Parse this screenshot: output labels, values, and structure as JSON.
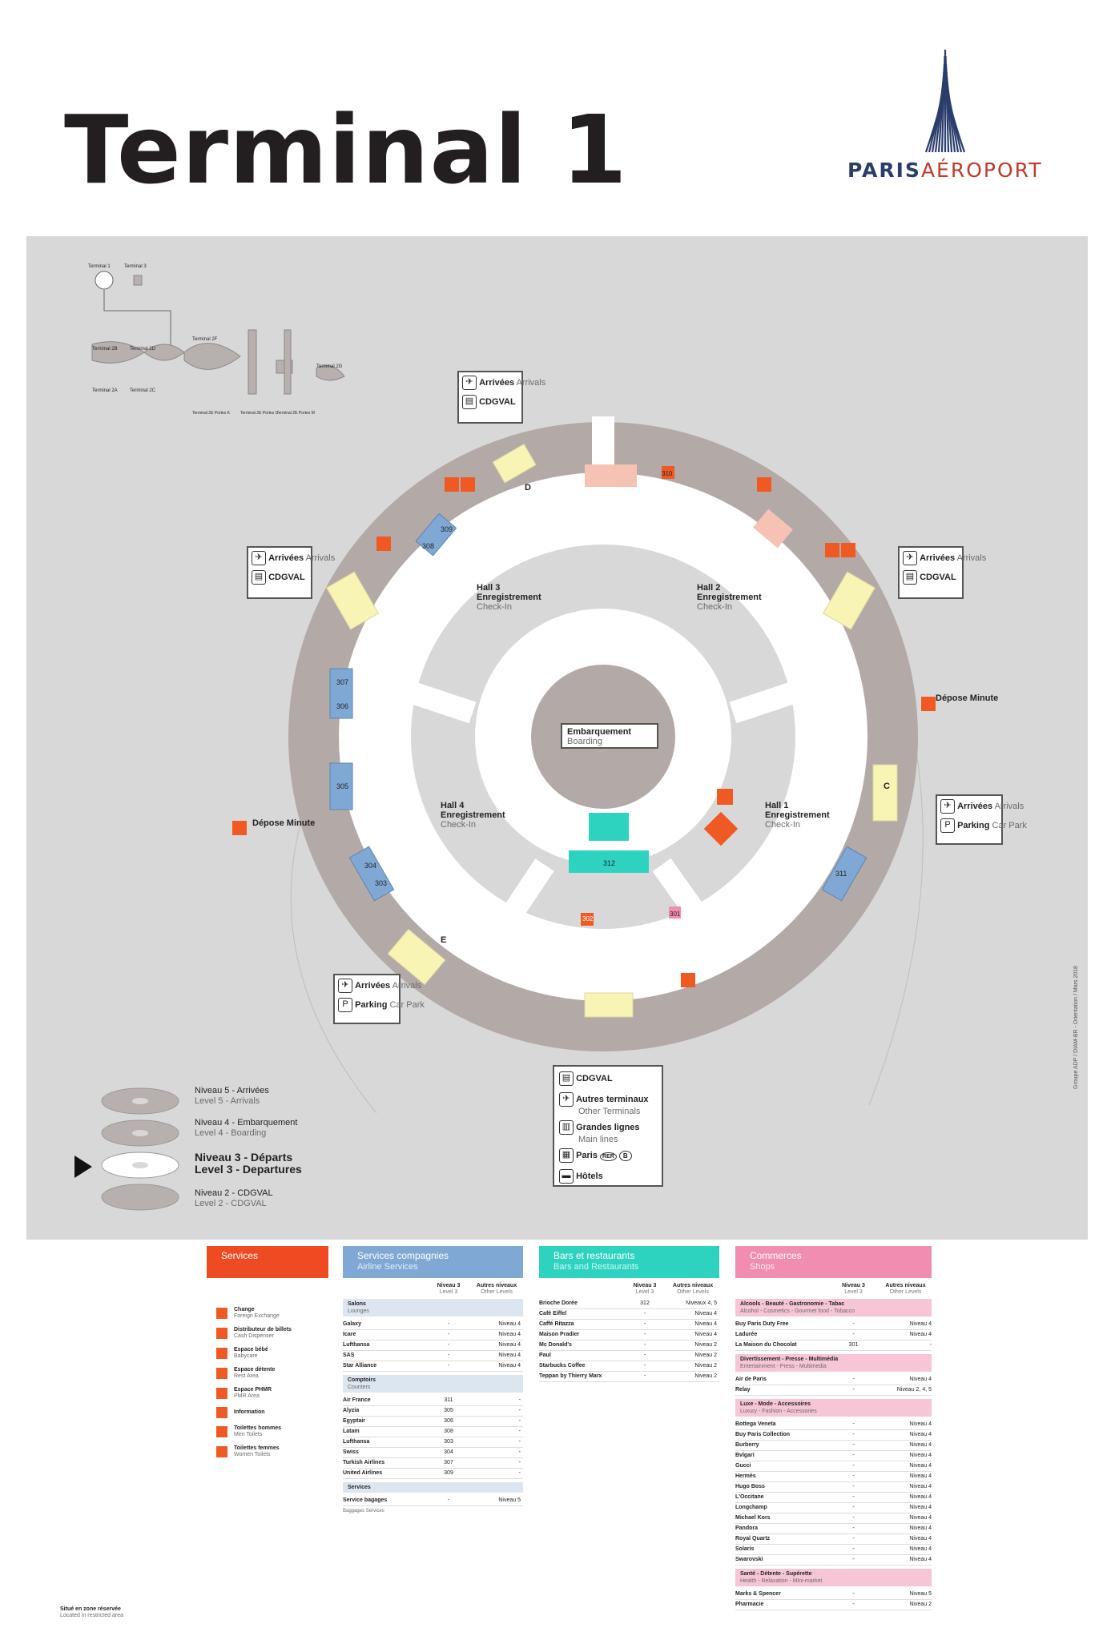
{
  "title": "Terminal 1",
  "logo": {
    "part1": "PARIS",
    "part2": "AÉROPORT"
  },
  "minimap": {
    "t1": "Terminal 1",
    "t3": "Terminal 3",
    "t2b": "Terminal 2B",
    "t2d": "Terminal 2D",
    "t2f": "Terminal 2F",
    "t2a": "Terminal 2A",
    "t2c": "Terminal 2C",
    "t2g": "Terminal 2G",
    "t2e_k": "Terminal 2E Portes K",
    "t2e_l": "Terminal 2E Portes L",
    "t2e_m": "Terminal 2E Portes M"
  },
  "halls": [
    {
      "name": "Hall 3",
      "fr": "Enregistrement",
      "en": "Check-In"
    },
    {
      "name": "Hall 2",
      "fr": "Enregistrement",
      "en": "Check-In"
    },
    {
      "name": "Hall 4",
      "fr": "Enregistrement",
      "en": "Check-In"
    },
    {
      "name": "Hall 1",
      "fr": "Enregistrement",
      "en": "Check-In"
    }
  ],
  "center": {
    "fr": "Embarquement",
    "en": "Boarding"
  },
  "gates": {
    "d": "D",
    "c": "C",
    "e": "E"
  },
  "numbers": [
    "309",
    "308",
    "310",
    "307",
    "306",
    "305",
    "304",
    "303",
    "312",
    "311",
    "302",
    "301"
  ],
  "callouts": {
    "arrivees_fr": "Arrivées",
    "arrivees_en": "Arrivals",
    "cdgval": "CDGVAL",
    "parking_fr": "Parking",
    "parking_en": "Car Park",
    "depose": "Dépose Minute"
  },
  "bottom_box": {
    "cdgval": "CDGVAL",
    "autres_fr": "Autres terminaux",
    "autres_en": "Other Terminals",
    "grandes_fr": "Grandes lignes",
    "grandes_en": "Main lines",
    "paris": "Paris",
    "rer": "RER",
    "b": "B",
    "hotels": "Hôtels"
  },
  "levels": [
    {
      "fr": "Niveau 5 - Arrivées",
      "en": "Level 5 - Arrivals"
    },
    {
      "fr": "Niveau 4 - Embarquement",
      "en": "Level 4 - Boarding"
    },
    {
      "fr": "Niveau 3 - Départs",
      "en": "Level 3 - Departures"
    },
    {
      "fr": "Niveau 2 - CDGVAL",
      "en": "Level 2 - CDGVAL"
    }
  ],
  "side_text": "Groupe ADP / DIAM-BR - Orientation / Mars 2018",
  "colors": {
    "services": "#ef4b23",
    "companies": "#7fa9d4",
    "bars": "#2ed3c0",
    "shops": "#f08db0"
  },
  "services": {
    "title": "Services",
    "items": [
      {
        "fr": "Change",
        "en": "Foreign Exchange"
      },
      {
        "fr": "Distributeur de billets",
        "en": "Cash Dispenser"
      },
      {
        "fr": "Espace bébé",
        "en": "Babycare"
      },
      {
        "fr": "Espace détente",
        "en": "Rest Area"
      },
      {
        "fr": "Espace PHMR",
        "en": "PMR Area"
      },
      {
        "fr": "Information",
        "en": ""
      },
      {
        "fr": "Toilettes hommes",
        "en": "Men Toilets"
      },
      {
        "fr": "Toilettes femmes",
        "en": "Women Toilets"
      }
    ]
  },
  "companies": {
    "title_fr": "Services compagnies",
    "title_en": "Airline Services",
    "col1_fr": "Niveau 3",
    "col1_en": "Level 3",
    "col2_fr": "Autres niveaux",
    "col2_en": "Other Levels",
    "sections": [
      {
        "fr": "Salons",
        "en": "Lounges",
        "rows": [
          [
            "Galaxy",
            "-",
            "Niveau 4"
          ],
          [
            "Icare",
            "-",
            "Niveau 4"
          ],
          [
            "Lufthansa",
            "-",
            "Niveau 4"
          ],
          [
            "SAS",
            "-",
            "Niveau 4"
          ],
          [
            "Star Alliance",
            "-",
            "Niveau 4"
          ]
        ]
      },
      {
        "fr": "Comptoirs",
        "en": "Counters",
        "rows": [
          [
            "Air France",
            "311",
            "-"
          ],
          [
            "Alyzia",
            "305",
            "-"
          ],
          [
            "Egyptair",
            "306",
            "-"
          ],
          [
            "Latam",
            "308",
            "-"
          ],
          [
            "Lufthansa",
            "303",
            "-"
          ],
          [
            "Swiss",
            "304",
            "-"
          ],
          [
            "Turkish Airlines",
            "307",
            "-"
          ],
          [
            "United Airlines",
            "309",
            "-"
          ]
        ]
      },
      {
        "fr": "Services",
        "en": "",
        "rows": [
          [
            "Service bagages",
            "-",
            "Niveau 5"
          ]
        ]
      }
    ],
    "row_sub": "Baggages Services"
  },
  "bars": {
    "title_fr": "Bars et restaurants",
    "title_en": "Bars and Restaurants",
    "col1_fr": "Niveau 3",
    "col1_en": "Level 3",
    "col2_fr": "Autres niveaux",
    "col2_en": "Other Levels",
    "rows": [
      [
        "Brioche Dorée",
        "312",
        "Niveaux 4, 5"
      ],
      [
        "Café Eiffel",
        "-",
        "Niveau 4"
      ],
      [
        "Caffé Ritazza",
        "-",
        "Niveau 4"
      ],
      [
        "Maison Pradier",
        "-",
        "Niveau 4"
      ],
      [
        "Mc Donald's",
        "-",
        "Niveau 2"
      ],
      [
        "Paul",
        "-",
        "Niveau 2"
      ],
      [
        "Starbucks Coffee",
        "-",
        "Niveau 2"
      ],
      [
        "Teppan by Thierry Marx",
        "-",
        "Niveau 2"
      ]
    ]
  },
  "shops": {
    "title_fr": "Commerces",
    "title_en": "Shops",
    "col1_fr": "Niveau 3",
    "col1_en": "Level 3",
    "col2_fr": "Autres niveaux",
    "col2_en": "Other Levels",
    "sections": [
      {
        "fr": "Alcools - Beauté - Gastronomie - Tabac",
        "en": "Alcohol - Cosmetics - Gourmet food - Tobacco",
        "rows": [
          [
            "Buy Paris Duty Free",
            "-",
            "Niveau 4"
          ],
          [
            "Ladurée",
            "-",
            "Niveau 4"
          ],
          [
            "La Maison du Chocolat",
            "301",
            "-"
          ]
        ]
      },
      {
        "fr": "Divertissement - Presse - Multimédia",
        "en": "Entertainment - Press - Multimedia",
        "rows": [
          [
            "Air de Paris",
            "-",
            "Niveau 4"
          ],
          [
            "Relay",
            "-",
            "Niveau 2, 4, 5"
          ]
        ]
      },
      {
        "fr": "Luxe - Mode - Accessoires",
        "en": "Luxury - Fashion - Accessories",
        "rows": [
          [
            "Bottega Veneta",
            "-",
            "Niveau 4"
          ],
          [
            "Buy Paris Collection",
            "-",
            "Niveau 4"
          ],
          [
            "Burberry",
            "-",
            "Niveau 4"
          ],
          [
            "Bvlgari",
            "-",
            "Niveau 4"
          ],
          [
            "Gucci",
            "-",
            "Niveau 4"
          ],
          [
            "Hermès",
            "-",
            "Niveau 4"
          ],
          [
            "Hugo Boss",
            "-",
            "Niveau 4"
          ],
          [
            "L'Occitane",
            "-",
            "Niveau 4"
          ],
          [
            "Longchamp",
            "-",
            "Niveau 4"
          ],
          [
            "Michael Kors",
            "-",
            "Niveau 4"
          ],
          [
            "Pandora",
            "-",
            "Niveau 4"
          ],
          [
            "Royal Quartz",
            "-",
            "Niveau 4"
          ],
          [
            "Solaris",
            "-",
            "Niveau 4"
          ],
          [
            "Swarovski",
            "-",
            "Niveau 4"
          ]
        ]
      },
      {
        "fr": "Santé - Détente - Supérette",
        "en": "Health - Relaxation - Mini-market",
        "rows": [
          [
            "Marks & Spencer",
            "-",
            "Niveau 5"
          ],
          [
            "Pharmacie",
            "-",
            "Niveau 2"
          ]
        ]
      }
    ]
  },
  "footnote": {
    "fr": "Situé en zone réservée",
    "en": "Located in restricted area"
  }
}
